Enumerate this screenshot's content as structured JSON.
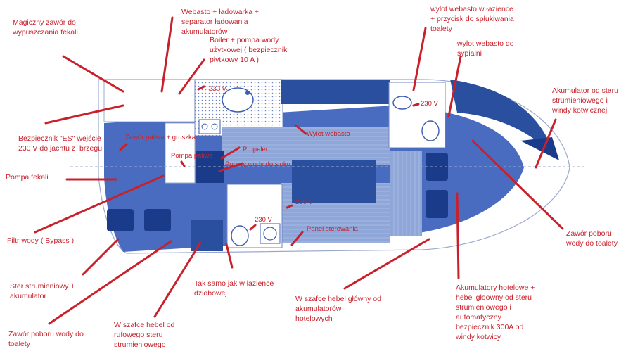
{
  "labels": {
    "fecal_valve": "Magiczny zawór do\nwypuszczania fekali",
    "webasto_charger": "Webasto + ładowarka +\nseparator ładowania\nakumulatorów",
    "boiler_pump": "Boiler + pompa wody\nużytkowej ( bezpiecznik\npłytkowy 10 A )",
    "webasto_outlet_bathroom": "wylot webasto w łazience\n+ przycisk do spłukiwania\ntoalety",
    "webasto_outlet_bedroom": "wylot webasto do\nsypialni",
    "battery_bow": "Akumulator od steru\nstrumieniowego i\nwindy kotwicznej",
    "fuse_es": "Bezpiecznik \"ES\" wejście\n230 V do jachtu z  brzegu",
    "fuel_valve": "Zawór paliwa + gruszka",
    "fuel_pump": "Pompa paliwa",
    "propeller": "Propeler",
    "water_intake_sink": "Pobory wody do sinku",
    "webasto_outlet": "Wylot webasto",
    "fecal_pump": "Pompa fekali",
    "water_filter": "Filtr wody ( Bypass )",
    "v230_a": "230 V",
    "v230_b": "230 V",
    "v230_c": "230 V",
    "v230_d": "230 V",
    "control_panel": "Panel sterowania",
    "water_intake_toilet_bow": "Zawór poboru\nwody do toalety",
    "stern_thruster": "Ster strumieniowy +\nakumulator",
    "water_intake_toilet": "Zawór poboru wody do\ntoalety",
    "stern_switch": "W szafce hebel od\nrufowego steru\nstrumieniowego",
    "same_as_bow": "Tak samo jak w łazience\ndziobowej",
    "main_switch": "W szafce hebel główny od\nakumulatorów\nhotelowych",
    "house_batteries": "Akumulatory hotelowe +\nhebel głoowny od steru\nstrumieniowego i\nautomatyczny\nbezpiecznik 300A od\nwindy kotwicy"
  },
  "colors": {
    "annotation": "#c8212b",
    "hull_blue": "#4a6cc0",
    "dark_blue": "#2a4f9e",
    "navy": "#1a3a8a",
    "light_blue": "#8fa6d8"
  }
}
